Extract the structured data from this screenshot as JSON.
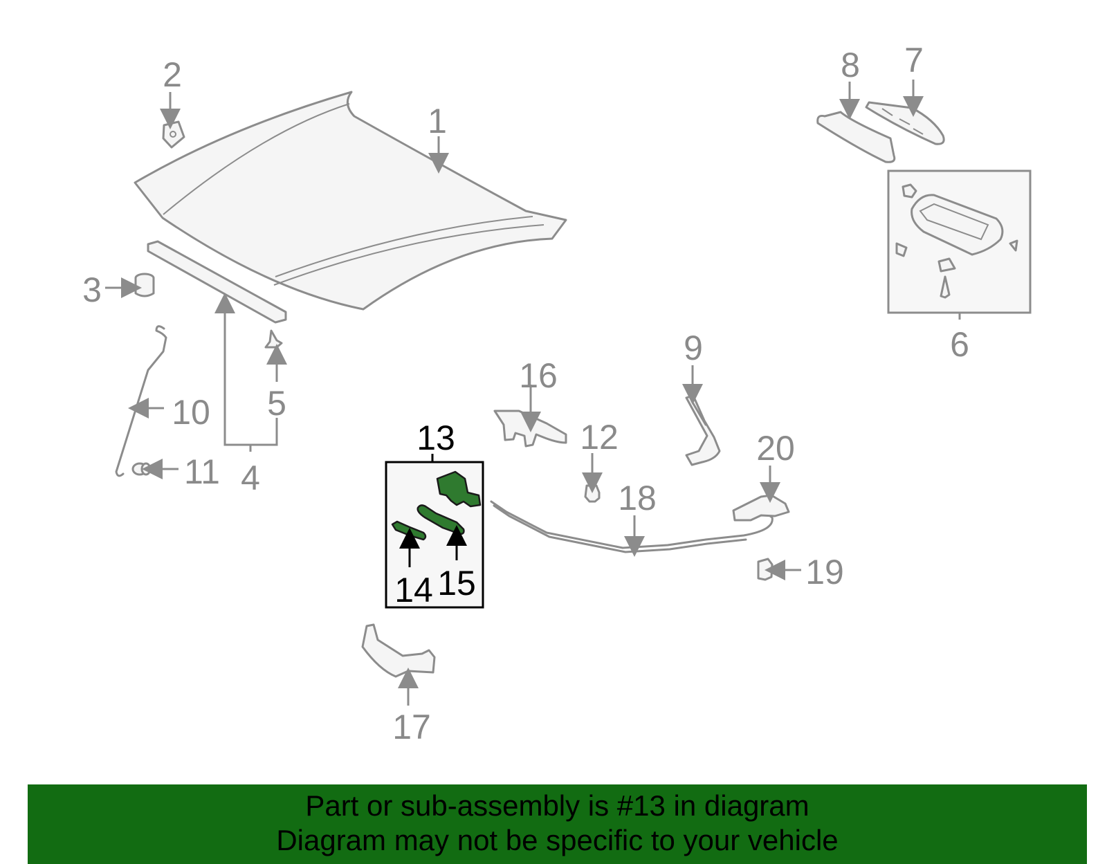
{
  "callouts": {
    "c1": "1",
    "c2": "2",
    "c3": "3",
    "c4": "4",
    "c5": "5",
    "c6": "6",
    "c7": "7",
    "c8": "8",
    "c9": "9",
    "c10": "10",
    "c11": "11",
    "c12": "12",
    "c13": "13",
    "c14": "14",
    "c15": "15",
    "c16": "16",
    "c17": "17",
    "c18": "18",
    "c19": "19",
    "c20": "20"
  },
  "highlighted_callout": "13",
  "colors": {
    "part_stroke": "#8c8c8c",
    "highlight_part": "#2f7a2f",
    "banner_background": "#126c12"
  },
  "banner": {
    "line1": "Part or sub-assembly is #13 in diagram",
    "line2": "Diagram may not be specific to your vehicle"
  }
}
